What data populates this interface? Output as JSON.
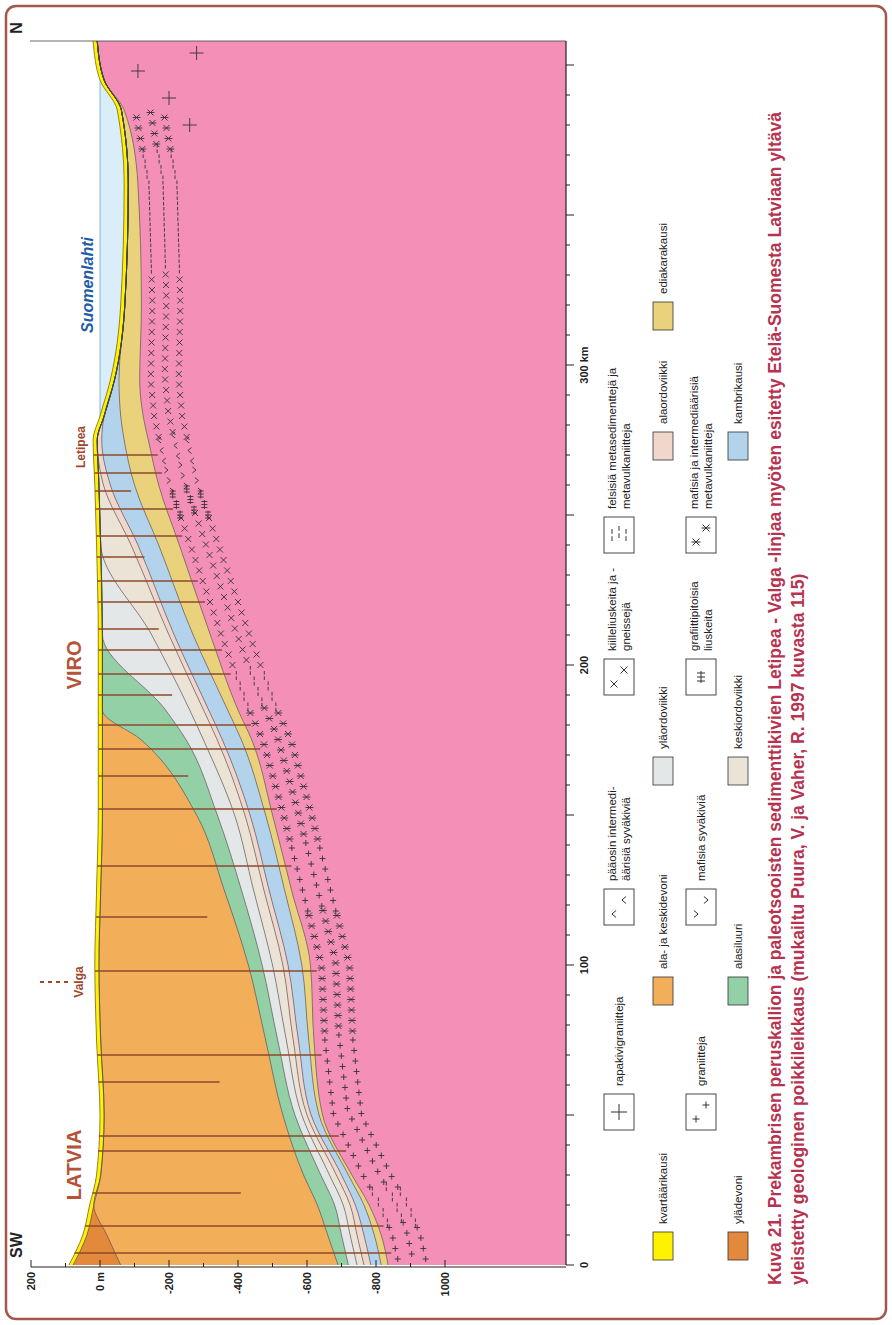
{
  "diagram": {
    "caption": "Kuva 21. Prekambrisen peruskallion ja paleotsooisten sedimenttikivien Letipea - Valga -linjaa myöten esitetty Etelä-Suomesta Latviaan yltävä yleistetty geologinen poikkileikkaus (mukailtu Puura, V. ja Vaher, R. 1997 kuvasta 115)",
    "labels": [
      "SW",
      "LATVIA",
      "Valga",
      "VIRO",
      "Letipea",
      "Suomenlahti",
      "N",
      "200",
      "0 m",
      "-200",
      "-400",
      "-600",
      "-800",
      "1000",
      "0",
      "100",
      "200",
      "300 km"
    ],
    "legend": [
      {
        "text": "kvartäärikausi",
        "color": "#fff200"
      },
      {
        "text": "ylädevoni",
        "color": "#e3893b"
      },
      {
        "text": "rapakivigraniitteja"
      },
      {
        "text": "graniitteja"
      },
      {
        "text": "ala- ja keskidevoni",
        "color": "#f3ae5a"
      },
      {
        "text": "alasiluuri",
        "color": "#93d0a6"
      },
      {
        "text": "pääosin intermedi- äärisiä syväkiviä"
      },
      {
        "text": "mafisia syväkiviä"
      },
      {
        "text": "yläordoviikki",
        "color": "#e4e7e8"
      },
      {
        "text": "keskiordoviikki",
        "color": "#ebe4d6"
      },
      {
        "text": "kiilleliuskeita ja -gneissejä"
      },
      {
        "text": "grafiittipitoisia liuskeita"
      },
      {
        "text": "felsisiä metasedimenttejä ja metavulkaniitteja"
      },
      {
        "text": "mafisia ja intermediäärisiä metavulkaniitteja"
      },
      {
        "text": "alaordoviikki",
        "color": "#f0d6cb"
      },
      {
        "text": "kambrikausi",
        "color": "#b3d3ec"
      },
      {
        "text": "ediakarakausi",
        "color": "#ead27c"
      }
    ]
  }
}
